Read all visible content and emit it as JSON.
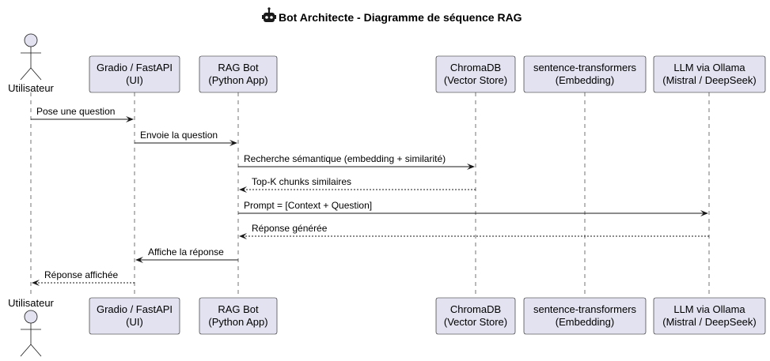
{
  "title": "Bot Architecte - Diagramme de séquence RAG",
  "title_icon": "robot-icon",
  "participants": [
    {
      "id": "user",
      "type": "actor",
      "label": [
        "Utilisateur"
      ]
    },
    {
      "id": "ui",
      "type": "participant",
      "label": [
        "Gradio / FastAPI",
        "(UI)"
      ]
    },
    {
      "id": "rag",
      "type": "participant",
      "label": [
        "RAG Bot",
        "(Python App)"
      ]
    },
    {
      "id": "chroma",
      "type": "participant",
      "label": [
        "ChromaDB",
        "(Vector Store)"
      ]
    },
    {
      "id": "embed",
      "type": "participant",
      "label": [
        "sentence-transformers",
        "(Embedding)"
      ]
    },
    {
      "id": "llm",
      "type": "participant",
      "label": [
        "LLM via Ollama",
        "(Mistral / DeepSeek)"
      ]
    }
  ],
  "messages": [
    {
      "from": "user",
      "to": "ui",
      "text": "Pose une question",
      "style": "solid"
    },
    {
      "from": "ui",
      "to": "rag",
      "text": "Envoie la question",
      "style": "solid"
    },
    {
      "from": "rag",
      "to": "chroma",
      "text": "Recherche sémantique (embedding + similarité)",
      "style": "solid"
    },
    {
      "from": "chroma",
      "to": "rag",
      "text": "Top-K chunks similaires",
      "style": "dashed"
    },
    {
      "from": "rag",
      "to": "llm",
      "text": "Prompt = [Context + Question]",
      "style": "solid"
    },
    {
      "from": "llm",
      "to": "rag",
      "text": "Réponse générée",
      "style": "dashed"
    },
    {
      "from": "rag",
      "to": "ui",
      "text": "Affiche la réponse",
      "style": "solid"
    },
    {
      "from": "ui",
      "to": "user",
      "text": "Réponse affichée",
      "style": "dashed"
    }
  ]
}
